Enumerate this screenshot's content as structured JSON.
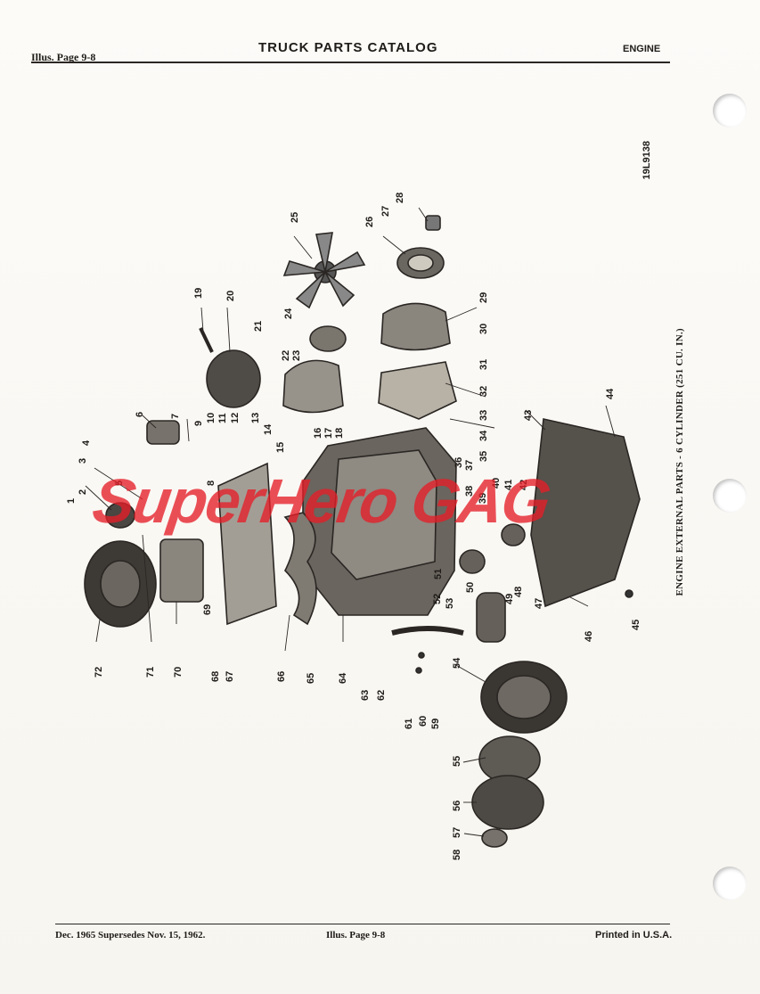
{
  "header": {
    "left": "Illus. Page 9-8",
    "center": "TRUCK PARTS CATALOG",
    "right": "ENGINE"
  },
  "figure": {
    "title": "ENGINE EXTERNAL PARTS - 6 CYLINDER (251 CU. IN.)",
    "figure_number": "19L9138",
    "callouts": [
      "1",
      "2",
      "3",
      "4",
      "5",
      "6",
      "7",
      "8",
      "9",
      "10",
      "11",
      "12",
      "13",
      "14",
      "15",
      "16",
      "17",
      "18",
      "19",
      "20",
      "21",
      "22",
      "23",
      "24",
      "25",
      "26",
      "27",
      "28",
      "29",
      "30",
      "31",
      "32",
      "33",
      "34",
      "35",
      "36",
      "37",
      "38",
      "39",
      "40",
      "41",
      "42",
      "43",
      "44",
      "45",
      "46",
      "47",
      "48",
      "49",
      "50",
      "51",
      "52",
      "53",
      "54",
      "55",
      "56",
      "57",
      "58",
      "59",
      "60",
      "61",
      "62",
      "63",
      "64",
      "65",
      "66",
      "67",
      "68",
      "69",
      "70",
      "71",
      "72"
    ]
  },
  "watermark": "SuperHero GAG",
  "footer": {
    "left": "Dec. 1965 Supersedes Nov. 15, 1962.",
    "center": "Illus. Page 9-8",
    "right": "Printed in U.S.A."
  },
  "colors": {
    "ink": "#1f1c19",
    "paper": "#fbfaf6",
    "watermark": "#e61e28"
  }
}
